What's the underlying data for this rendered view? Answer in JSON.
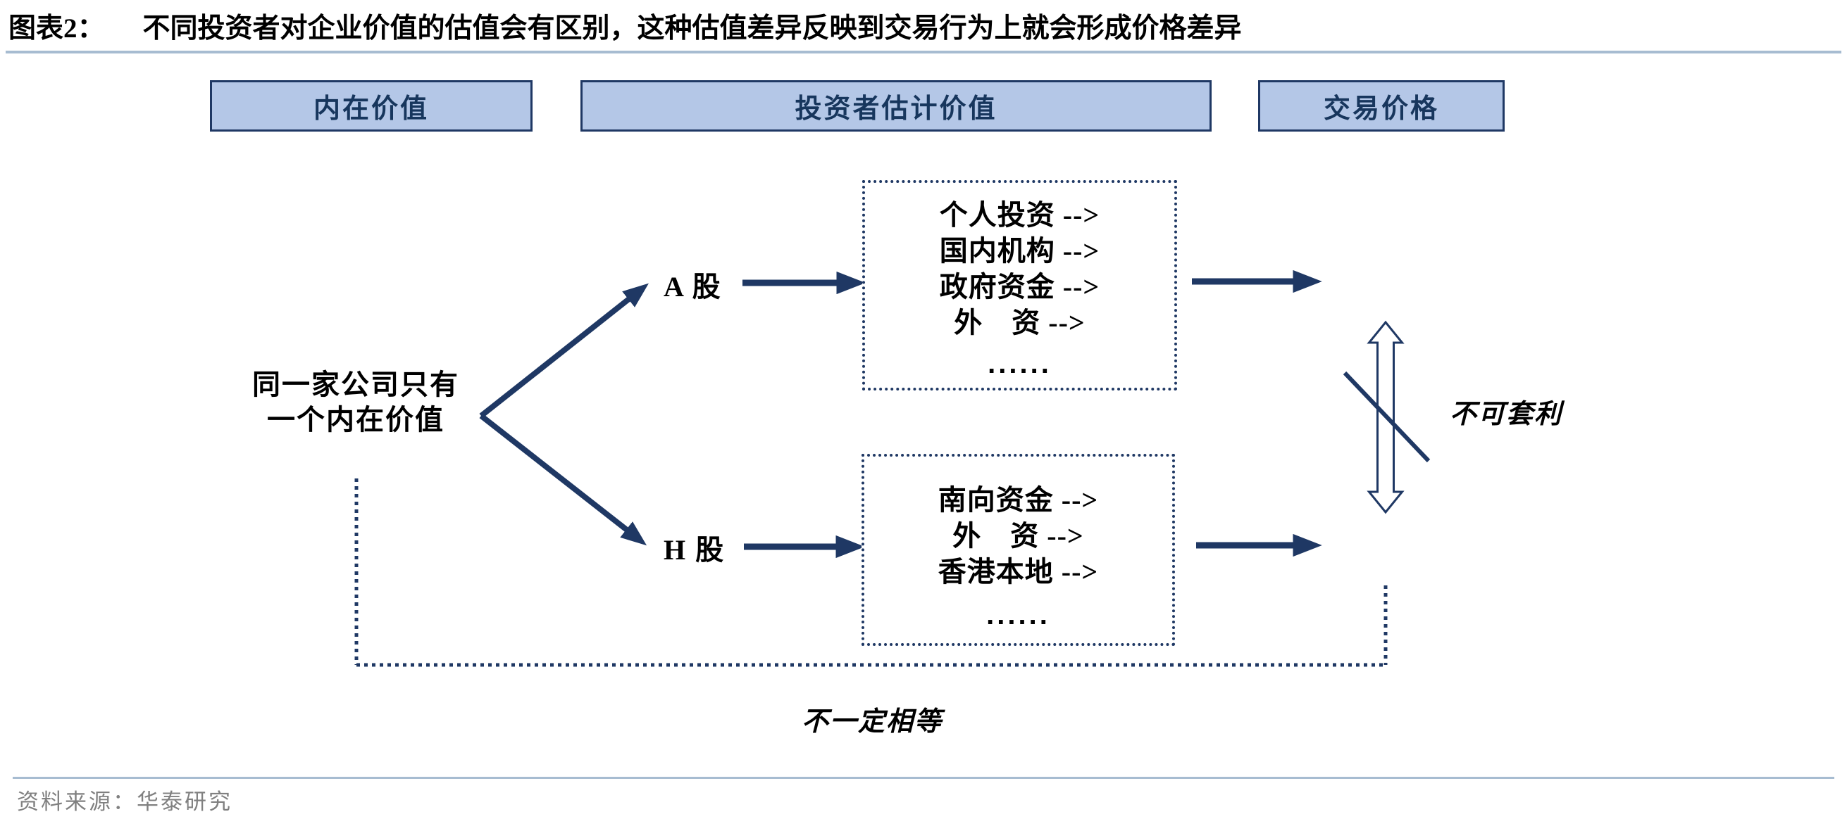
{
  "figure": {
    "label": "图表2：",
    "title": "不同投资者对企业价值的估值会有区别，这种估值差异反映到交易行为上就会形成价格差异",
    "source": "资料来源：华泰研究"
  },
  "headers": {
    "intrinsic_value": "内在价值",
    "investor_estimated_value": "投资者估计价值",
    "trading_price": "交易价格"
  },
  "left_note": {
    "line1": "同一家公司只有",
    "line2": "一个内在价值"
  },
  "branches": {
    "a_share_label": "A 股",
    "h_share_label": "H 股"
  },
  "a_share_box": {
    "rows": [
      "个人投资 -->",
      "国内机构 -->",
      "政府资金 -->",
      "外　资 -->"
    ],
    "ellipsis": "......"
  },
  "h_share_box": {
    "rows": [
      "南向资金 -->",
      "外　资 -->",
      "香港本地 -->"
    ],
    "ellipsis": "......"
  },
  "annotations": {
    "no_arbitrage": "不可套利",
    "not_necessarily_equal": "不一定相等"
  },
  "colors": {
    "navy_accent": "#1F3864",
    "header_fill": "#B4C7E7",
    "header_text": "#17365D",
    "divider_blue": "#A7BCD1",
    "source_gray": "#808080",
    "body_text": "#000000"
  }
}
